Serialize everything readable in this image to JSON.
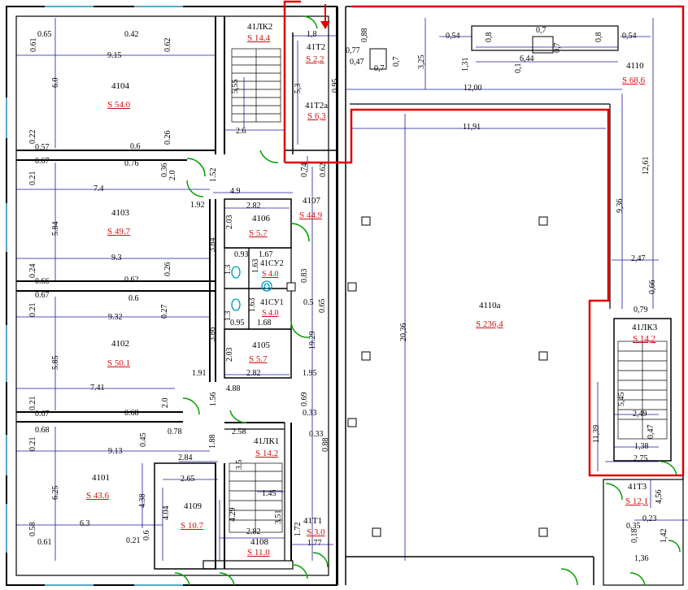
{
  "rooms": {
    "r4104": {
      "name": "4104",
      "area": "S 54.0"
    },
    "r4103": {
      "name": "4103",
      "area": "S 49.7"
    },
    "r4102": {
      "name": "4102",
      "area": "S 50.1"
    },
    "r4101": {
      "name": "4101",
      "area": "S 43.6"
    },
    "r4109": {
      "name": "4109",
      "area": "S 10.7"
    },
    "r4108": {
      "name": "4108",
      "area": "S 11.0"
    },
    "r41lk1": {
      "name": "41ЛК1",
      "area": "S 14.2"
    },
    "r41t1": {
      "name": "41Т1",
      "area": "S 3.0"
    },
    "r4106": {
      "name": "4106",
      "area": "S 5.7"
    },
    "r4105": {
      "name": "4105",
      "area": "S 5.7"
    },
    "r41su2": {
      "name": "41СУ2",
      "area": "S 4.0"
    },
    "r41su1": {
      "name": "41СУ1",
      "area": "S 4.0"
    },
    "r4107": {
      "name": "4107",
      "area": "S 44.9"
    },
    "r41lk2": {
      "name": "41ЛК2",
      "area": "S 14.4"
    },
    "r41t2": {
      "name": "41Т2",
      "area": "S 2,2"
    },
    "r41t2a": {
      "name": "41Т2а",
      "area": "S 6,3"
    },
    "r4110": {
      "name": "4110",
      "area": "S 68,6"
    },
    "r4110a": {
      "name": "4110а",
      "area": "S 236,4"
    },
    "r41lk3": {
      "name": "41ЛК3",
      "area": "S 14,2"
    },
    "r41t3": {
      "name": "41Т3",
      "area": "S 12,1"
    }
  },
  "dims": {
    "d0_65": "0.65",
    "d0_42": "0.42",
    "d0_61a": "0.61",
    "d0_62a": "0.62",
    "d9_15": "9.15",
    "d6_0": "6.0",
    "d0_22": "0.22",
    "d0_57": "0.57",
    "d0_6a": "0.6",
    "d0_26a": "0.26",
    "d0_21a": "0.21",
    "d0_67a": "0.67",
    "d0_76": "0.76",
    "d0_36": "0.36",
    "d2_0a": "2.0",
    "d1_52": "1.52",
    "d7_4": "7.4",
    "d4_9": "4.9",
    "d1_92": "1.92",
    "d2_82a": "2.82",
    "d5_84": "5.84",
    "d2_03a": "2.03",
    "d3_84": "3.84",
    "d0_24": "0.24",
    "d9_3": "9.3",
    "d0_26b": "0.26",
    "d0_93": "0.93",
    "d1_67": "1.67",
    "d1_3": "1.3",
    "d1_63a": "1.63",
    "d0_66a": "0.66",
    "d0_62b": "0.62",
    "d0_83": "0.83",
    "d0_6b": "0.6",
    "d0_21b": "0.21",
    "d0_67b": "0.67",
    "d0_27": "0.27",
    "d9_32": "9.32",
    "d1_63b": "1.63",
    "d1_3b": "1.3",
    "d0_5": "0.5",
    "d0_65b": "0.65",
    "d0_95a": "0.95",
    "d1_68": "1.68",
    "d3_86": "3.86",
    "d2_03b": "2.03",
    "d19_29": "19.29",
    "d5_85": "5.85",
    "d2_82b": "2.82",
    "d1_95": "1.95",
    "d1_91": "1.91",
    "d7_41": "7.41",
    "d4_88": "4.88",
    "d1_56": "1.56",
    "d0_21c": "0.21",
    "d2_0b": "2.0",
    "d0_69": "0.69",
    "d0_67c": "0.67",
    "d0_68a": "0.68",
    "d0_68b": "0.68",
    "d0_45": "0.45",
    "d0_78": "0.78",
    "d0_21d": "0.21",
    "d2_58": "2.58",
    "d0_33a": "0.33",
    "d1_88": "1.88",
    "d0_33b": "0.33",
    "d0_88b": "0.88",
    "d9_13": "9.13",
    "d2_84": "2.84",
    "d3_5": "3.5",
    "d2_65": "2.65",
    "d6_25": "6.25",
    "d4_38": "4.38",
    "d1_45": "1.45",
    "d4_04": "4.04",
    "d4_29": "4.29",
    "d3_51": "3.51",
    "d6_3": "6.3",
    "d0_58": "0.58",
    "d0_6c": "0.6",
    "d0_21e": "0.21",
    "d0_61b": "0.61",
    "d2_82c": "2.82",
    "d1_72": "1.72",
    "d1_77": "1.77",
    "d1_8": "1,8",
    "d0_88a": "0,88",
    "d0_77": "0,77",
    "d0_47a": "0,47",
    "d0_7a": "0,7",
    "d0_7b": "0,7",
    "d5_55": "5,55",
    "d5_3": "5,3",
    "d0_95b": "0,95",
    "d2_6": "2.6",
    "d0_74": "0.74",
    "d0_62c": "0.62",
    "d0_54a": "0,54",
    "d0_8a": "0,8",
    "d0_7c": "0,7",
    "d0_7d": "0,7",
    "d0_8b": "0,8",
    "d0_54b": "0,54",
    "d1_31": "1,31",
    "d6_44": "6,44",
    "d0_1": "0,1",
    "d3_25": "3,25",
    "d12_00": "12,00",
    "d11_91": "11,91",
    "d12_61": "12,61",
    "d9_36": "9,36",
    "d20_36": "20,36",
    "d2_47": "2,47",
    "d0_66b": "0,66",
    "d0_79": "0,79",
    "d5_45": "5,45",
    "d2_49": "2,49",
    "d0_47b": "0,47",
    "d11_39": "11,39",
    "d1_38": "1,38",
    "d2_75": "2,75",
    "d4_56": "4,56",
    "d0_23": "0,23",
    "d0_35": "0,35",
    "d0_18": "0,18",
    "d1_42": "1,42",
    "d1_36": "1,36"
  },
  "colors": {
    "wall": "#000000",
    "dim": "#1a1aa0",
    "area": "#d01010",
    "highlight": "#e00000",
    "door": "#00a000",
    "window": "#5aa6c8",
    "fixture": "#009aba"
  }
}
